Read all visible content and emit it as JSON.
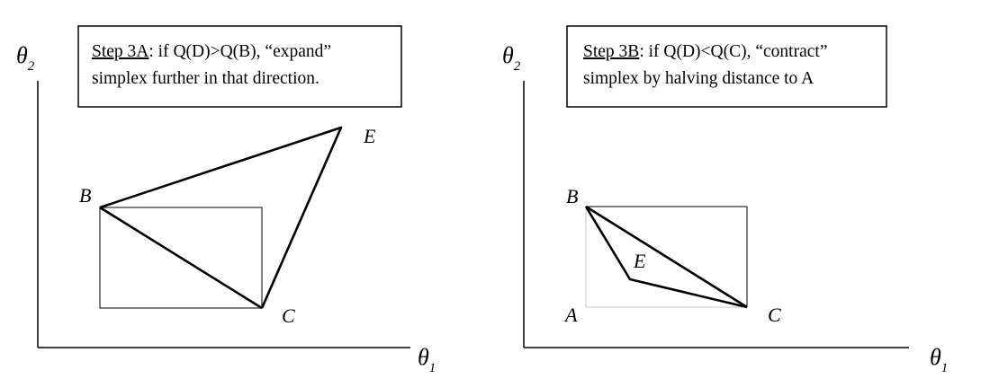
{
  "panels": [
    {
      "id": "step-3a",
      "axis_y": "θ",
      "axis_y_sub": "2",
      "axis_x": "θ",
      "axis_x_sub": "1",
      "caption": {
        "step_label": "Step 3A",
        "line1_rest": ": if Q(D)>Q(B), “expand”",
        "line2": "simplex further in that direction."
      },
      "points": {
        "B": "B",
        "C": "C",
        "E": "E"
      }
    },
    {
      "id": "step-3b",
      "axis_y": "θ",
      "axis_y_sub": "2",
      "axis_x": "θ",
      "axis_x_sub": "1",
      "caption": {
        "step_label": "Step 3B",
        "line1_rest": ": if Q(D)<Q(C), “contract”",
        "line2": "simplex by halving distance to A"
      },
      "points": {
        "A": "A",
        "B": "B",
        "C": "C",
        "E": "E"
      }
    }
  ]
}
